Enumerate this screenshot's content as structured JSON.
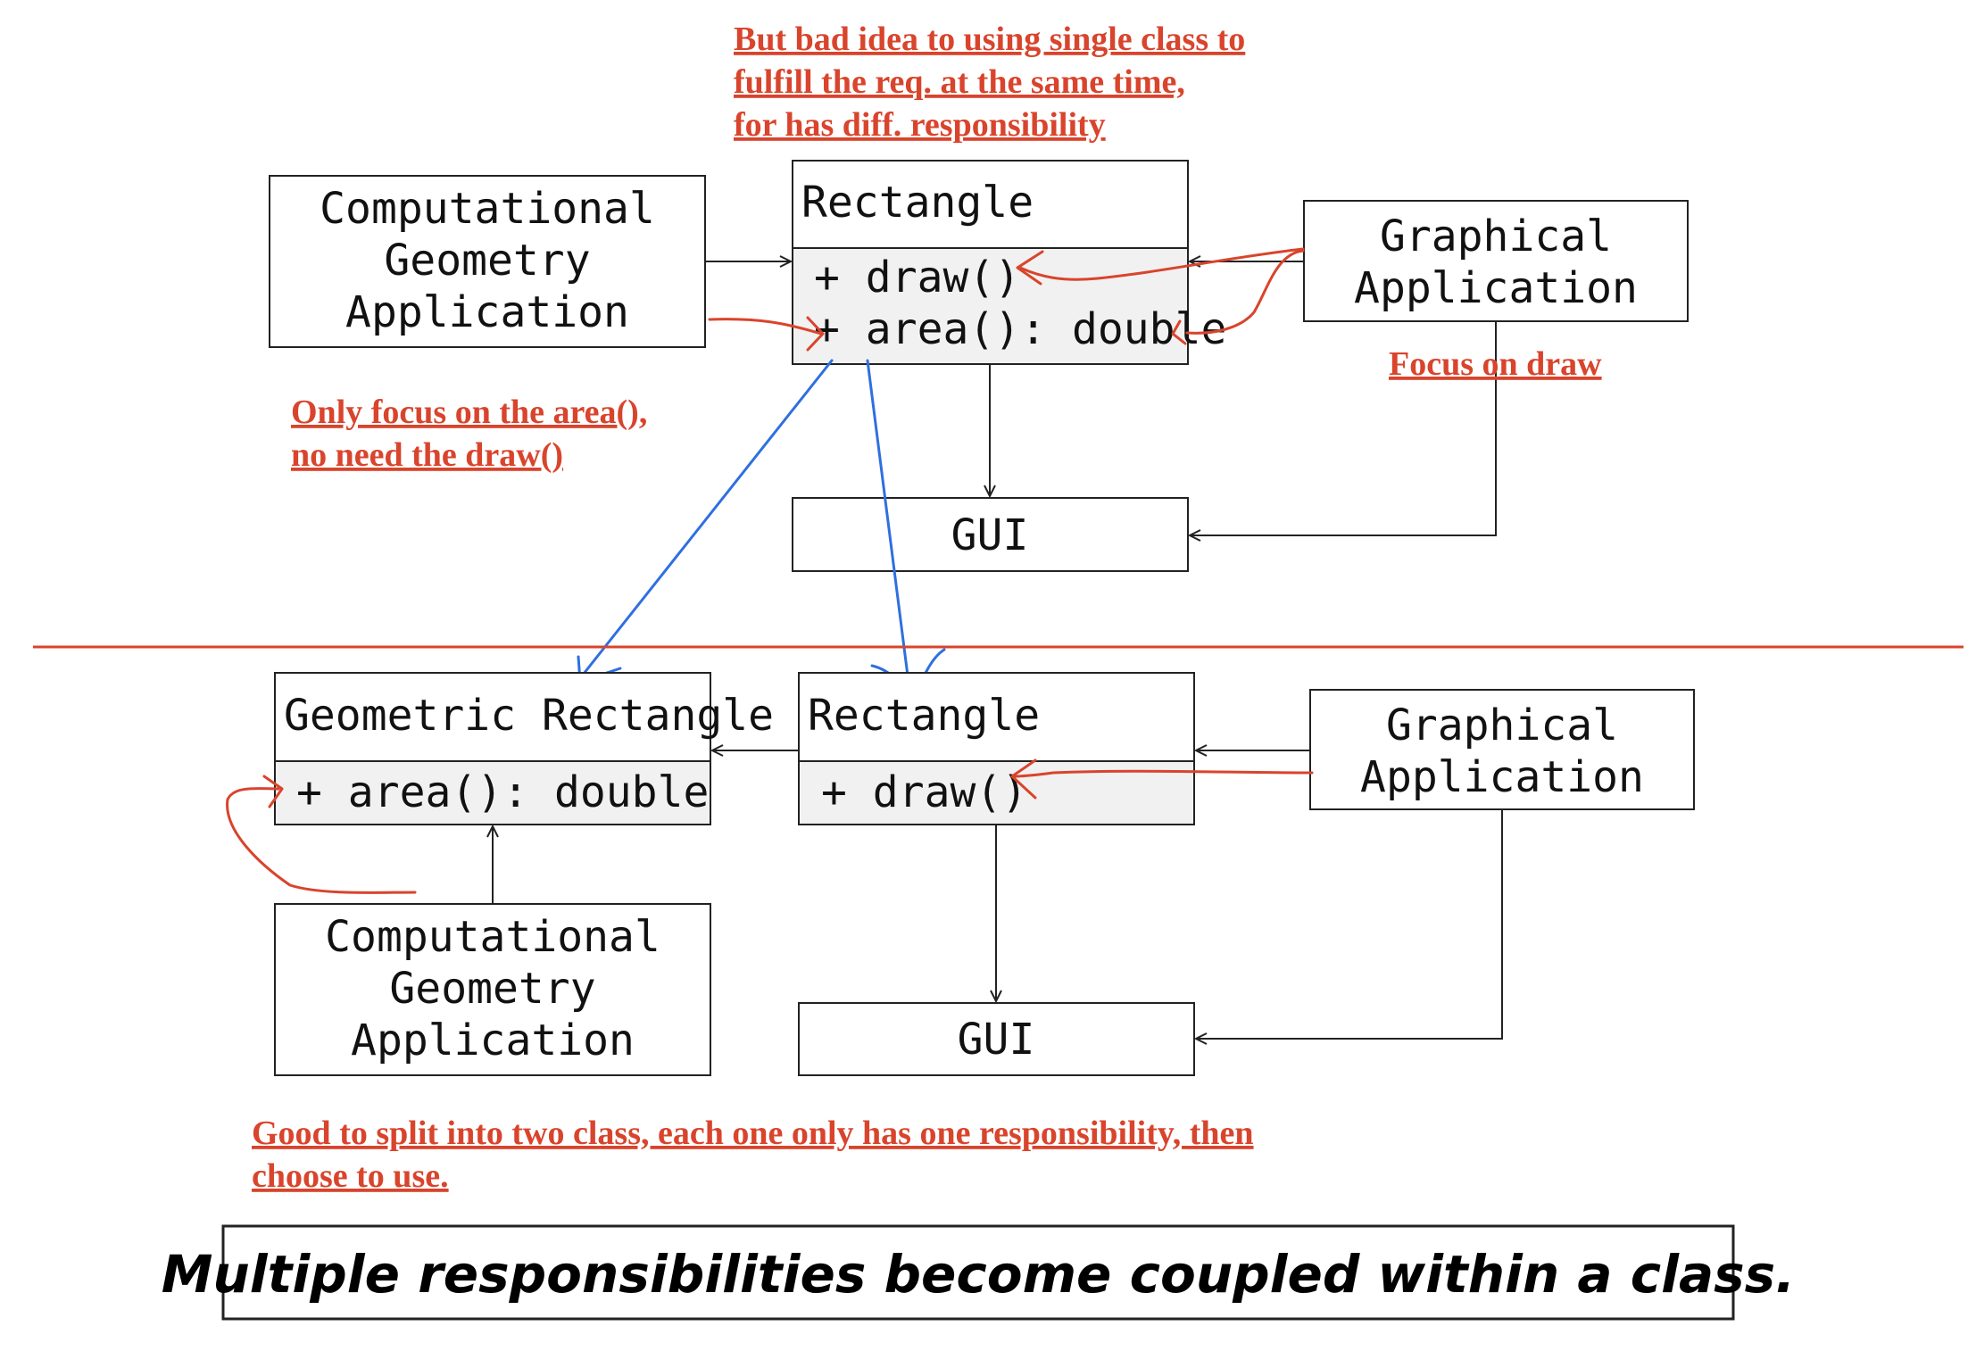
{
  "top": {
    "computational_box": [
      "Computational",
      "Geometry",
      "Application"
    ],
    "rectangle_class": {
      "name": "Rectangle",
      "methods": [
        "+ draw()",
        "+ area(): double"
      ]
    },
    "graphical_box": [
      "Graphical",
      "Application"
    ],
    "gui_box": "GUI"
  },
  "bottom": {
    "geometric_rectangle_class": {
      "name": "Geometric Rectangle",
      "methods": [
        "+ area(): double"
      ]
    },
    "rectangle_class": {
      "name": "Rectangle",
      "methods": [
        "+ draw()"
      ]
    },
    "graphical_box": [
      "Graphical",
      "Application"
    ],
    "computational_box": [
      "Computational",
      "Geometry",
      "Application"
    ],
    "gui_box": "GUI"
  },
  "annotations": {
    "bad_idea": [
      "But bad idea to using single class to",
      "fulfill the req. at the same time,",
      "for has diff. responsibility"
    ],
    "only_focus": [
      "Only focus on the area(),",
      "no need the draw()"
    ],
    "focus_draw": "Focus on draw",
    "good_split": [
      "Good to split into two class, each one only has one responsibility, then",
      "choose to use."
    ]
  },
  "caption": "Multiple responsibilities become coupled within a class.",
  "colors": {
    "annotation": "#d9442c",
    "pen_blue": "#2f6fe0",
    "method_fill": "#f1f1f1"
  }
}
